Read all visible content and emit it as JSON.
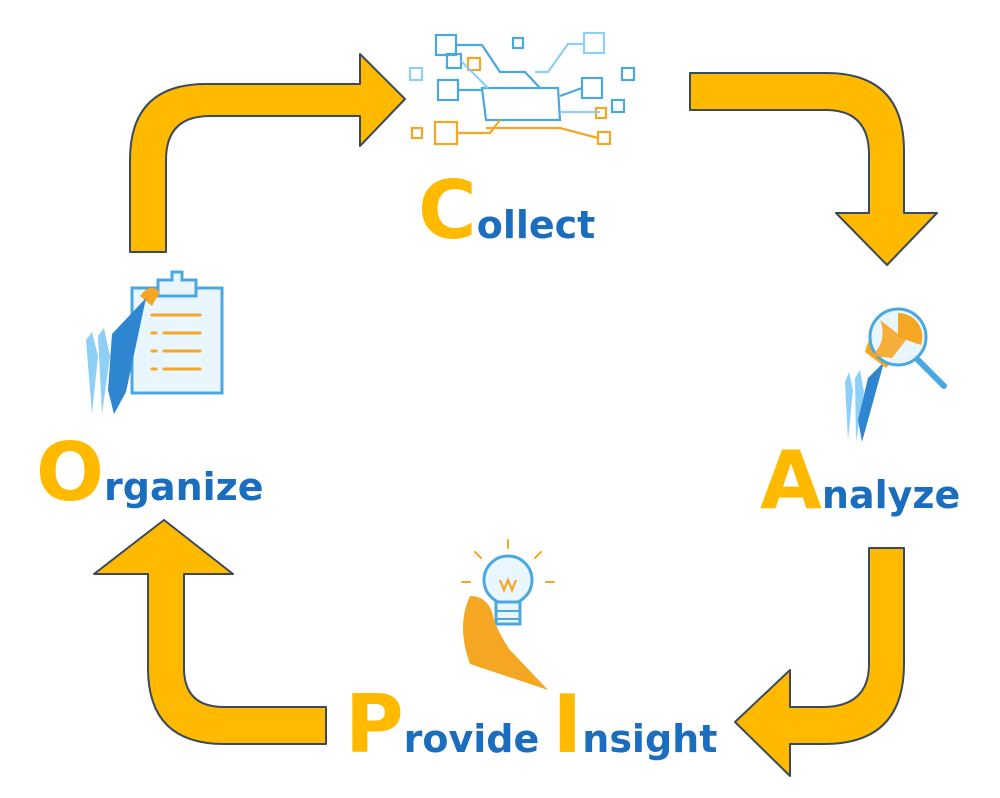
{
  "colors": {
    "arrow_fill": "#FFBA00",
    "arrow_stroke": "#3B4A5A",
    "initial_letter": "#FFBA00",
    "word_text": "#1B6DBE",
    "icon_blue": "#4AA8E0",
    "icon_orange": "#F5A623",
    "icon_light_blue": "#8ED0F5"
  },
  "stages": [
    {
      "id": "collect",
      "initial": "C",
      "rest": "ollect",
      "icon": "circuit-network-icon"
    },
    {
      "id": "analyze",
      "initial": "A",
      "rest": "nalyze",
      "icon": "magnifier-pie-chart-icon"
    },
    {
      "id": "provide",
      "initial": "P",
      "rest": "rovide",
      "icon": "lightbulb-hand-icon"
    },
    {
      "id": "insight",
      "initial": "I",
      "rest": "nsight",
      "icon": "lightbulb-hand-icon"
    },
    {
      "id": "organize",
      "initial": "O",
      "rest": "rganize",
      "icon": "clipboard-list-icon"
    }
  ]
}
